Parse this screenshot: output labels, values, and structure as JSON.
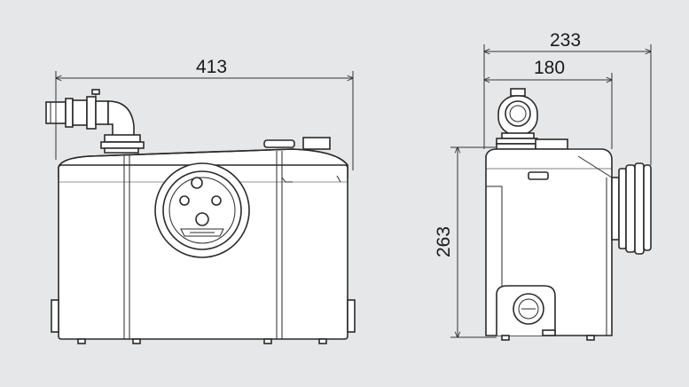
{
  "dimensions": {
    "front_width": "413",
    "side_depth_total": "233",
    "side_depth_body": "180",
    "height": "263"
  }
}
